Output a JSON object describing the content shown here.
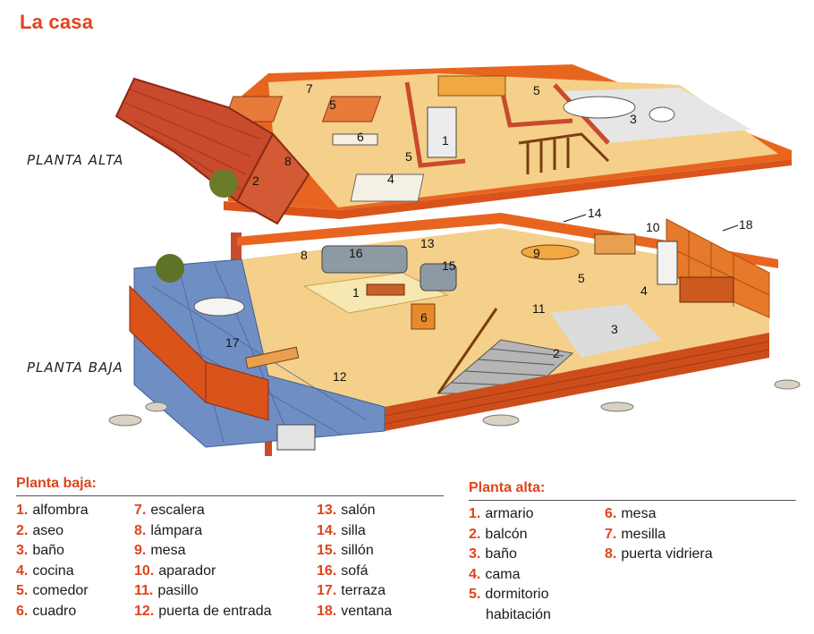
{
  "title": "La casa",
  "floor_labels": {
    "upper": "PLANTA ALTA",
    "lower": "PLANTA BAJA"
  },
  "colors": {
    "accent": "#e0441a",
    "wall": "#e8651f",
    "floor": "#f5d08a",
    "roof": "#c94a2c",
    "terrace": "#6f8fc4"
  },
  "callouts_upper": [
    "7",
    "5",
    "5",
    "3",
    "6",
    "1",
    "8",
    "2",
    "5",
    "4"
  ],
  "callouts_lower": [
    "14",
    "10",
    "18",
    "8",
    "16",
    "13",
    "9",
    "15",
    "1",
    "5",
    "4",
    "11",
    "6",
    "2",
    "3",
    "17",
    "12"
  ],
  "legend": {
    "planta_baja": {
      "heading": "Planta baja:",
      "columns": [
        [
          {
            "n": "1.",
            "label": "alfombra"
          },
          {
            "n": "2.",
            "label": "aseo"
          },
          {
            "n": "3.",
            "label": "baño"
          },
          {
            "n": "4.",
            "label": "cocina"
          },
          {
            "n": "5.",
            "label": "comedor"
          },
          {
            "n": "6.",
            "label": "cuadro"
          }
        ],
        [
          {
            "n": "7.",
            "label": "escalera"
          },
          {
            "n": "8.",
            "label": "lámpara"
          },
          {
            "n": "9.",
            "label": "mesa"
          },
          {
            "n": "10.",
            "label": "aparador"
          },
          {
            "n": "11.",
            "label": "pasillo"
          },
          {
            "n": "12.",
            "label": "puerta de entrada"
          }
        ],
        [
          {
            "n": "13.",
            "label": "salón"
          },
          {
            "n": "14.",
            "label": "silla"
          },
          {
            "n": "15.",
            "label": "sillón"
          },
          {
            "n": "16.",
            "label": "sofá"
          },
          {
            "n": "17.",
            "label": "terraza"
          },
          {
            "n": "18.",
            "label": "ventana"
          }
        ]
      ]
    },
    "planta_alta": {
      "heading": "Planta alta:",
      "columns": [
        [
          {
            "n": "1.",
            "label": "armario"
          },
          {
            "n": "2.",
            "label": "balcón"
          },
          {
            "n": "3.",
            "label": "baño"
          },
          {
            "n": "4.",
            "label": "cama"
          },
          {
            "n": "5.",
            "label": "dormitorio",
            "cont": "habitación"
          }
        ],
        [
          {
            "n": "6.",
            "label": "mesa"
          },
          {
            "n": "7.",
            "label": "mesilla"
          },
          {
            "n": "8.",
            "label": "puerta vidriera"
          }
        ]
      ]
    }
  }
}
